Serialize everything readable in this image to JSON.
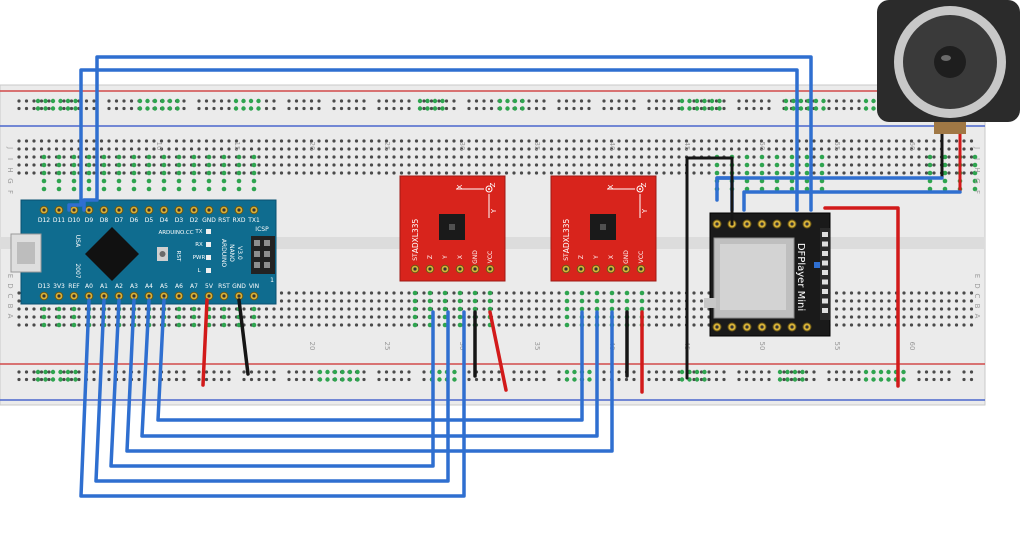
{
  "breadboard": {
    "rows_left": [
      "J",
      "I",
      "H",
      "G",
      "F",
      "E",
      "D",
      "C",
      "B",
      "A"
    ],
    "rows_right": [
      "J",
      "I",
      "H",
      "G",
      "F",
      "E",
      "D",
      "C",
      "B",
      "A"
    ],
    "col_numbers_top": [
      "10",
      "15",
      "20",
      "25",
      "30",
      "35",
      "40",
      "45",
      "50",
      "55",
      "60"
    ],
    "col_numbers_bottom": [
      "20",
      "25",
      "30",
      "35",
      "40",
      "45",
      "50",
      "55",
      "60"
    ]
  },
  "arduino": {
    "top_pins": [
      "D12",
      "D11",
      "D10",
      "D9",
      "D8",
      "D7",
      "D6",
      "D5",
      "D4",
      "D3",
      "D2",
      "GND",
      "RST",
      "RXD",
      "TX1"
    ],
    "bottom_pins": [
      "D13",
      "3V3",
      "REF",
      "A0",
      "A1",
      "A2",
      "A3",
      "A4",
      "A5",
      "A6",
      "A7",
      "5V",
      "RST",
      "GND",
      "VIN"
    ],
    "side_label_top": "USA",
    "side_label_bottom": "2007",
    "brand": "ARDUINO.CC",
    "model_lines": [
      "ARDUINO",
      "NANO",
      "V3.0"
    ],
    "led_labels": [
      "TX",
      "RX",
      "PWR",
      "L"
    ],
    "rst_label": "RST",
    "icsp_label": "ICSP",
    "icsp_pin": "1"
  },
  "accelerometers": [
    {
      "name": "ADXL335",
      "pins": [
        "ST",
        "Z",
        "Y",
        "X",
        "GND",
        "VCC"
      ],
      "axes": [
        "X",
        "Z",
        "Y"
      ]
    },
    {
      "name": "ADXL335",
      "pins": [
        "ST",
        "Z",
        "Y",
        "X",
        "GND",
        "VCC"
      ],
      "axes": [
        "X",
        "Z",
        "Y"
      ]
    }
  ],
  "dfplayer": {
    "name": "DFPlayer Mini"
  },
  "colors": {
    "wire_blue": "#2f6fd0",
    "wire_red": "#d21a1a",
    "wire_black": "#151515",
    "nano_blue": "#0f6c8f",
    "sensor_red": "#d8241c",
    "rail_red": "#e05050",
    "rail_blue": "#5070d0",
    "hole_green": "#2ea44f"
  }
}
